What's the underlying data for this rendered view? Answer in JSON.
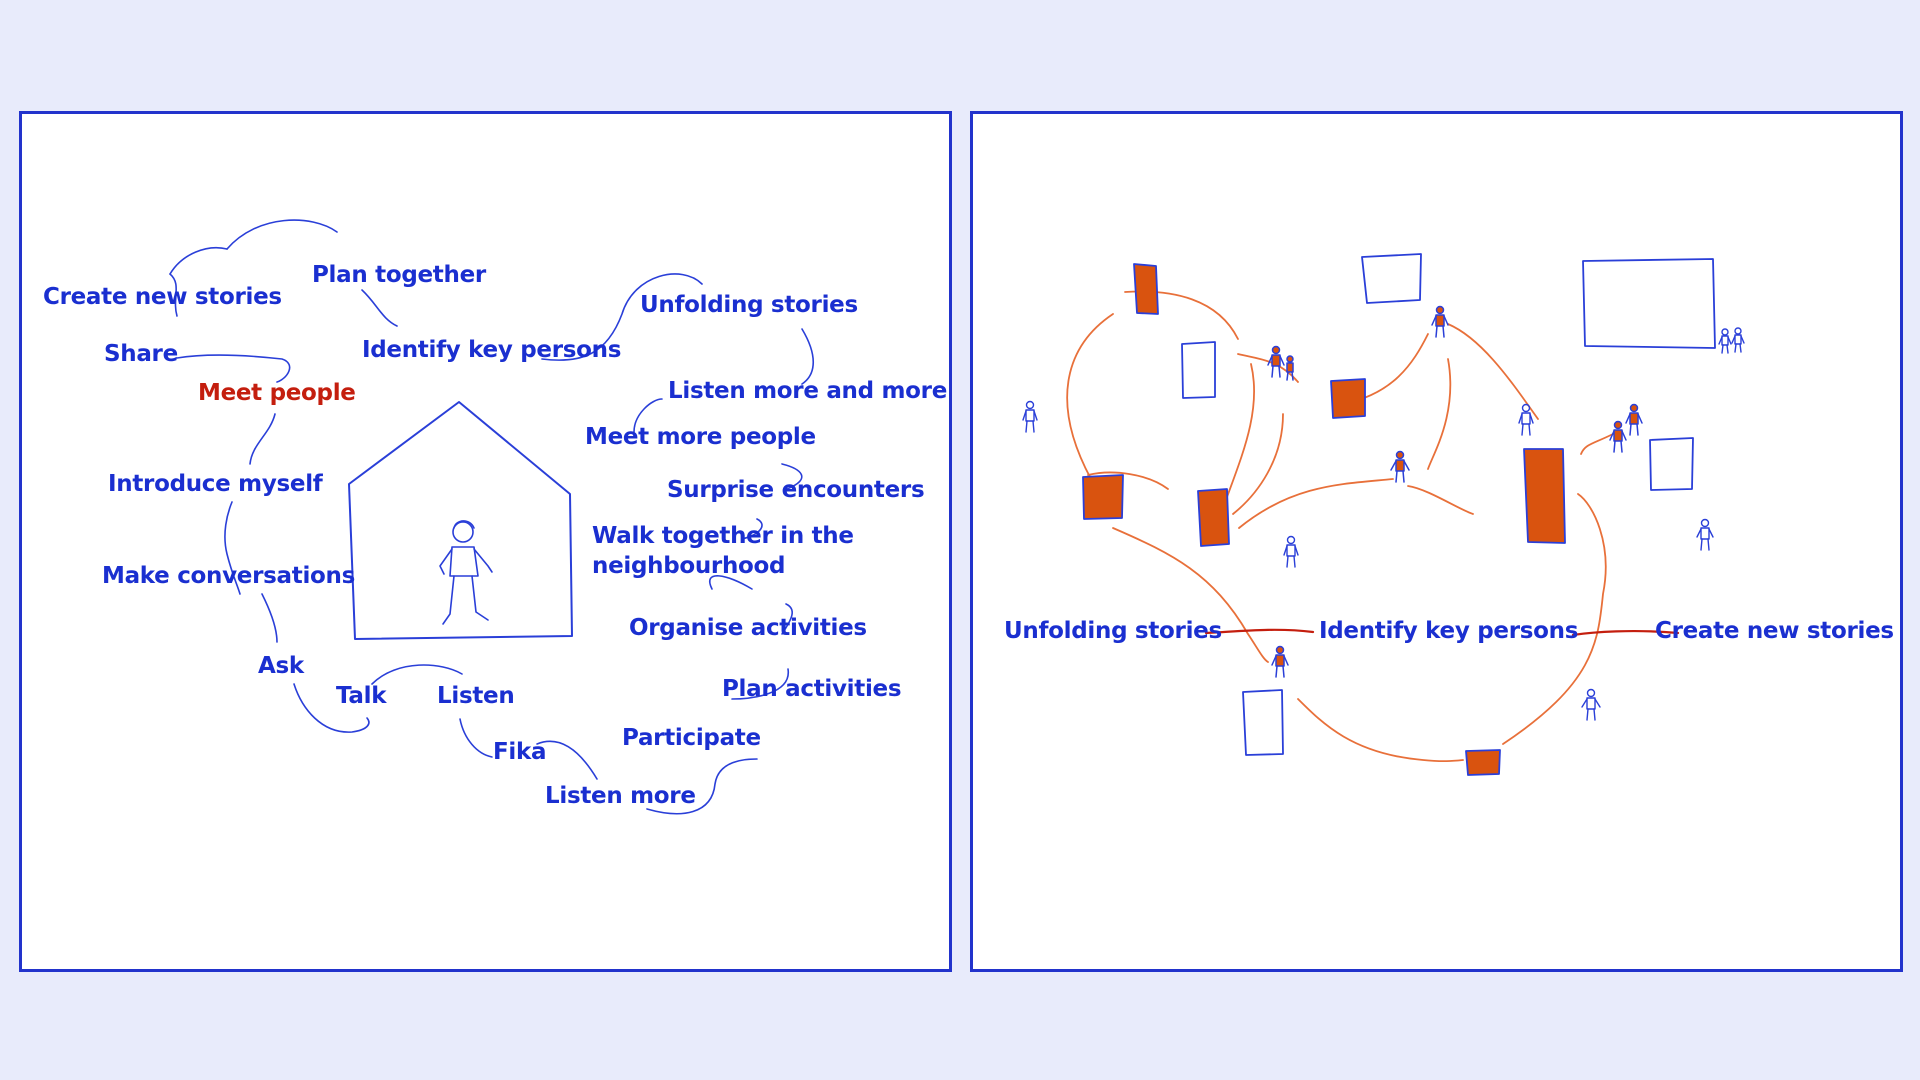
{
  "colors": {
    "page_background": "#e8ebfb",
    "panel_border": "#2233cc",
    "text_blue": "#1a2fd0",
    "highlight_red": "#c41e0e",
    "building_orange": "#d9530f",
    "path_orange": "#e8703a"
  },
  "left_panel": {
    "steps": {
      "create_new_stories": "Create new stories",
      "plan_together": "Plan together",
      "share": "Share",
      "identify_key_persons": "Identify key persons",
      "unfolding_stories": "Unfolding stories",
      "meet_people": "Meet people",
      "listen_more_and_more": "Listen more and more",
      "meet_more_people": "Meet more people",
      "introduce_myself": "Introduce myself",
      "surprise_encounters": "Surprise encounters",
      "walk_together": "Walk together in the\nneighbourhood",
      "make_conversations": "Make conversations",
      "organise_activities": "Organise activities",
      "ask": "Ask",
      "plan_activities": "Plan activities",
      "talk": "Talk",
      "listen": "Listen",
      "participate": "Participate",
      "fika": "Fika",
      "listen_more": "Listen more"
    },
    "highlighted_step": "Meet people",
    "center_icon": "house-with-person-icon"
  },
  "right_panel": {
    "labels": {
      "unfolding_stories": "Unfolding stories",
      "identify_key_persons": "Identify key persons",
      "create_new_stories": "Create new stories"
    },
    "icons": [
      "building-icon",
      "person-icon"
    ]
  }
}
